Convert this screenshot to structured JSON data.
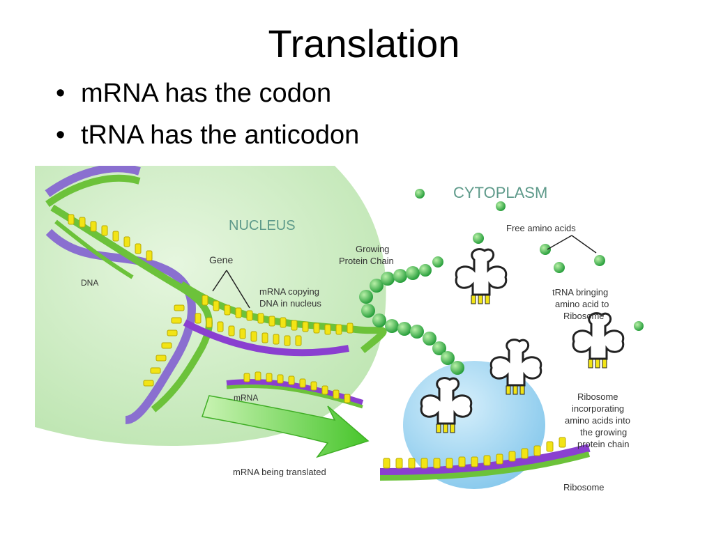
{
  "slide": {
    "title": "Translation",
    "bullets": [
      "mRNA has the codon",
      "tRNA has the anticodon"
    ]
  },
  "diagram": {
    "labels": {
      "cytoplasm": "CYTOPLASM",
      "nucleus": "NUCLEUS",
      "free_amino_acids": "Free amino acids",
      "growing_protein_chain": [
        "Growing",
        "Protein Chain"
      ],
      "gene": "Gene",
      "dna": "DNA",
      "mrna_copying": [
        "mRNA copying",
        "DNA in nucleus"
      ],
      "trna_bringing": [
        "tRNA bringing",
        "amino acid to",
        "Ribosome"
      ],
      "mrna": "mRNA",
      "ribosome_incorporating": [
        "Ribosome",
        "incorporating",
        "amino acids into",
        "the growing",
        "protein chain"
      ],
      "mrna_being_translated": "mRNA being translated",
      "ribosome": "Ribosome"
    },
    "colors": {
      "nucleus_fill": "#cdebc3",
      "cytoplasm_text": "#5e9a8a",
      "dna_green": "#6cc23a",
      "dna_purple": "#8a6fd0",
      "base_yellow": "#f2e415",
      "amino_green": "#39b54a",
      "ribosome_blue": "#9fd6f2",
      "arrow_green": "#5fd13c"
    }
  }
}
